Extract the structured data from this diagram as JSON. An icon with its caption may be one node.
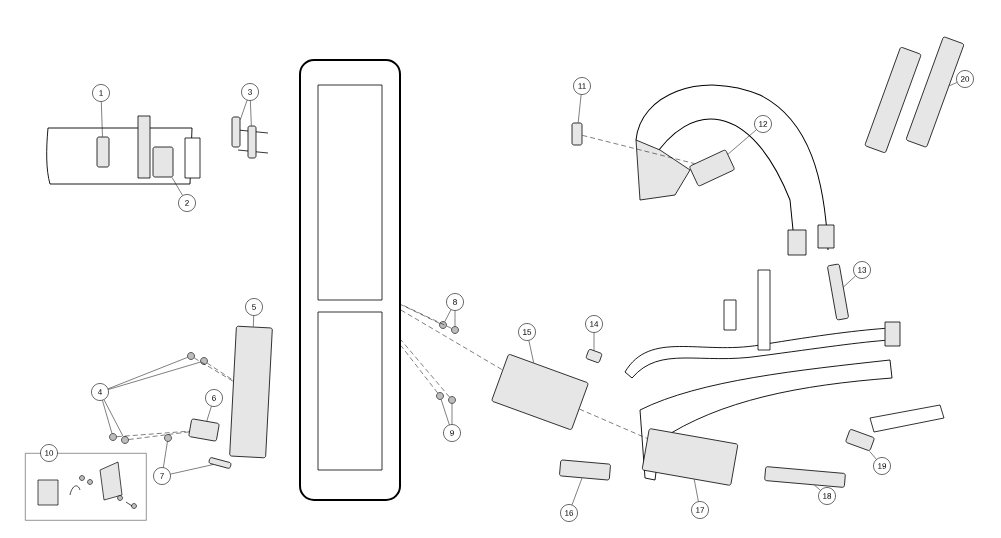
{
  "diagram": {
    "nodes": [
      {
        "text": [
          "1"
        ]
      },
      {
        "text": [
          "2"
        ]
      },
      {
        "text": [
          "3"
        ]
      },
      {
        "text": [
          "4"
        ]
      },
      {
        "text": [
          "5"
        ]
      },
      {
        "text": [
          "6"
        ]
      },
      {
        "text": [
          "7"
        ]
      },
      {
        "text": [
          "8"
        ]
      },
      {
        "text": [
          "9"
        ]
      },
      {
        "text": [
          "10"
        ]
      },
      {
        "text": [
          "11"
        ]
      },
      {
        "text": [
          "12"
        ]
      },
      {
        "text": [
          "13"
        ]
      },
      {
        "text": [
          "14"
        ]
      },
      {
        "text": [
          "15"
        ]
      },
      {
        "text": [
          "16"
        ]
      },
      {
        "text": [
          "17"
        ]
      },
      {
        "text": [
          "18"
        ]
      },
      {
        "text": [
          "19"
        ]
      },
      {
        "text": [
          "20"
        ]
      },
      {
        "text": [],
        "shape": "box"
      },
      {
        "text": [],
        "shape": "box"
      },
      {
        "text": [],
        "shape": "box"
      },
      {
        "text": [],
        "shape": "box"
      },
      {
        "text": [],
        "shape": "circle"
      },
      {
        "text": [],
        "shape": "circle"
      },
      {
        "text": [],
        "shape": "circle"
      },
      {
        "text": [],
        "shape": "circle"
      },
      {
        "text": [],
        "shape": "box"
      },
      {
        "text": [],
        "shape": "box"
      },
      {
        "text": [],
        "shape": "circle"
      },
      {
        "text": [],
        "shape": "box"
      },
      {
        "text": [],
        "shape": "circle"
      },
      {
        "text": [],
        "shape": "circle"
      },
      {
        "text": [],
        "shape": "circle"
      },
      {
        "text": [],
        "shape": "circle"
      },
      {
        "text": [],
        "shape": "box"
      },
      {
        "text": [],
        "shape": "box"
      },
      {
        "text": [],
        "shape": "box"
      },
      {
        "text": [],
        "shape": "box"
      },
      {
        "text": [],
        "shape": "box"
      },
      {
        "text": [],
        "shape": "box"
      },
      {
        "text": [],
        "shape": "box"
      },
      {
        "text": [],
        "shape": "box"
      },
      {
        "text": [],
        "shape": "box"
      },
      {
        "text": [],
        "shape": "box"
      },
      {
        "text": [],
        "shape": "box"
      },
      {
        "text": [],
        "shape": "box"
      }
    ],
    "edges": [
      {
        "from": 0,
        "to": 20,
        "arrow": "none"
      },
      {
        "from": 1,
        "to": 21,
        "arrow": "none"
      },
      {
        "from": 2,
        "to": 22,
        "arrow": "none"
      },
      {
        "from": 2,
        "to": 23,
        "arrow": "none"
      },
      {
        "from": 3,
        "to": 24,
        "arrow": "none"
      },
      {
        "from": 3,
        "to": 25,
        "arrow": "none"
      },
      {
        "from": 3,
        "to": 26,
        "arrow": "none"
      },
      {
        "from": 3,
        "to": 27,
        "arrow": "none"
      },
      {
        "from": 4,
        "to": 28,
        "arrow": "none"
      },
      {
        "from": 5,
        "to": 29,
        "arrow": "none"
      },
      {
        "from": 6,
        "to": 30,
        "arrow": "none"
      },
      {
        "from": 6,
        "to": 31,
        "arrow": "none"
      },
      {
        "from": 7,
        "to": 32,
        "arrow": "none"
      },
      {
        "from": 7,
        "to": 33,
        "arrow": "none"
      },
      {
        "from": 8,
        "to": 34,
        "arrow": "none"
      },
      {
        "from": 8,
        "to": 35,
        "arrow": "none"
      },
      {
        "from": 10,
        "to": 37,
        "arrow": "none"
      },
      {
        "from": 11,
        "to": 38,
        "arrow": "none"
      },
      {
        "from": 12,
        "to": 39,
        "arrow": "none"
      },
      {
        "from": 13,
        "to": 41,
        "arrow": "none"
      },
      {
        "from": 14,
        "to": 40,
        "arrow": "none"
      },
      {
        "from": 15,
        "to": 42,
        "arrow": "none"
      },
      {
        "from": 16,
        "to": 43,
        "arrow": "none"
      },
      {
        "from": 17,
        "to": 44,
        "arrow": "none"
      },
      {
        "from": 18,
        "to": 45,
        "arrow": "none"
      },
      {
        "from": 19,
        "to": 47,
        "arrow": "none"
      },
      {
        "from": 24,
        "to": 28,
        "arrow": "none",
        "style": "dashed"
      },
      {
        "from": 25,
        "to": 28,
        "arrow": "none",
        "style": "dashed"
      },
      {
        "from": 26,
        "to": 29,
        "arrow": "none",
        "style": "dashed"
      },
      {
        "from": 27,
        "to": 29,
        "arrow": "none",
        "style": "dashed"
      },
      {
        "from": 32,
        "to": 36,
        "arrow": "none",
        "style": "dashed"
      },
      {
        "from": 33,
        "to": 36,
        "arrow": "none",
        "style": "dashed"
      },
      {
        "from": 34,
        "to": 36,
        "arrow": "none",
        "style": "dashed"
      },
      {
        "from": 35,
        "to": 36,
        "arrow": "none",
        "style": "dashed"
      },
      {
        "from": 36,
        "to": 40,
        "arrow": "none",
        "style": "dashed"
      },
      {
        "from": 40,
        "to": 43,
        "arrow": "none",
        "style": "dashed"
      },
      {
        "from": 37,
        "to": 38,
        "arrow": "none",
        "style": "dashed"
      }
    ]
  }
}
